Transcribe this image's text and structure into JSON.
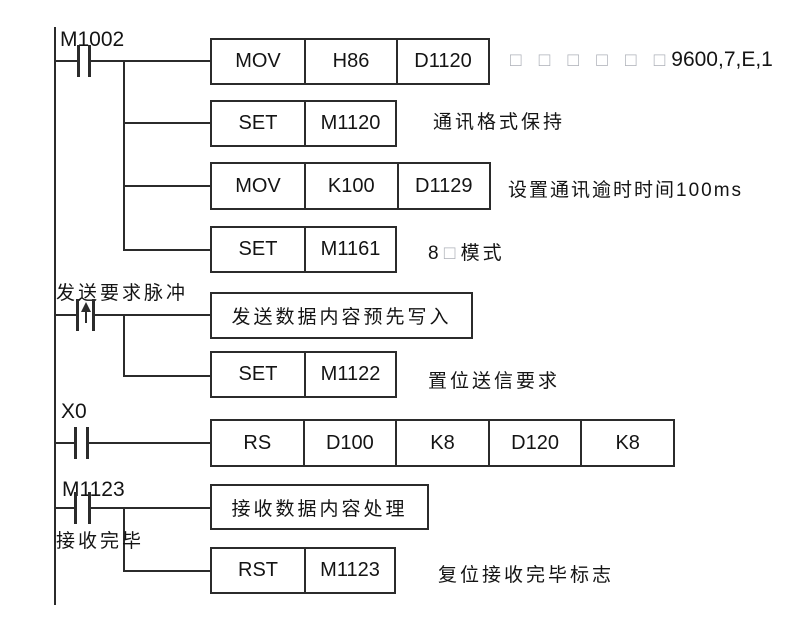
{
  "palette": {
    "line_color": "#2b2b2b",
    "text_color": "#141414",
    "missing_glyph_color": "#adb0b8",
    "background": "#ffffff"
  },
  "rungs": [
    {
      "contact_label": "M1002",
      "contact_type": "normally-open",
      "instructions": [
        {
          "cells": [
            "MOV",
            "H86",
            "D1120"
          ]
        },
        {
          "cells": [
            "SET",
            "M1120"
          ]
        },
        {
          "cells": [
            "MOV",
            "K100",
            "D1129"
          ]
        },
        {
          "cells": [
            "SET",
            "M1161"
          ]
        }
      ]
    },
    {
      "contact_label": "发送要求脉冲",
      "contact_type": "rising-edge-pulse",
      "instructions": [
        {
          "cells": [
            "发送数据内容预先写入"
          ]
        },
        {
          "cells": [
            "SET",
            "M1122"
          ]
        }
      ]
    },
    {
      "contact_label": "X0",
      "contact_type": "normally-open",
      "instructions": [
        {
          "cells": [
            "RS",
            "D100",
            "K8",
            "D120",
            "K8"
          ]
        }
      ]
    },
    {
      "contact_label": "M1123",
      "contact_sublabel": "接收完毕",
      "contact_type": "normally-open",
      "instructions": [
        {
          "cells": [
            "接收数据内容处理"
          ]
        },
        {
          "cells": [
            "RST",
            "M1123"
          ]
        }
      ]
    }
  ],
  "comments": {
    "baud_missing_glyphs": "□ □ □ □ □ □",
    "baud_text": "9600,7,E,1",
    "format_hold": "通讯格式保持",
    "timeout": "设置通讯逾时时间100ms",
    "mode_prefix": "8",
    "mode_missing_glyph": "□",
    "mode_suffix": "模式",
    "set_send_request": "置位送信要求",
    "reset_receive_flag": "复位接收完毕标志"
  }
}
